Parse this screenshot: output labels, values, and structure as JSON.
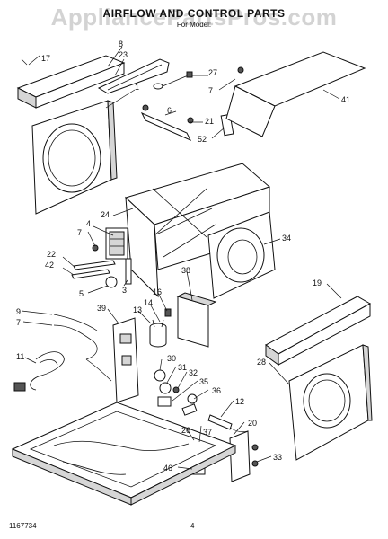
{
  "header": {
    "title": "AIRFLOW AND CONTROL PARTS",
    "subtitle": "For Model: ",
    "watermark": "AppliancePartsPros.com"
  },
  "footer": {
    "doc_number": "1167734",
    "page_number": "4"
  },
  "callouts": [
    "17",
    "8",
    "23",
    "27",
    "7",
    "41",
    "1",
    "6",
    "21",
    "52",
    "24",
    "4",
    "7",
    "34",
    "22",
    "42",
    "3",
    "38",
    "5",
    "19",
    "9",
    "7",
    "39",
    "13",
    "14",
    "16",
    "11",
    "28",
    "30",
    "31",
    "32",
    "35",
    "36",
    "12",
    "20",
    "26",
    "37",
    "33",
    "46"
  ]
}
